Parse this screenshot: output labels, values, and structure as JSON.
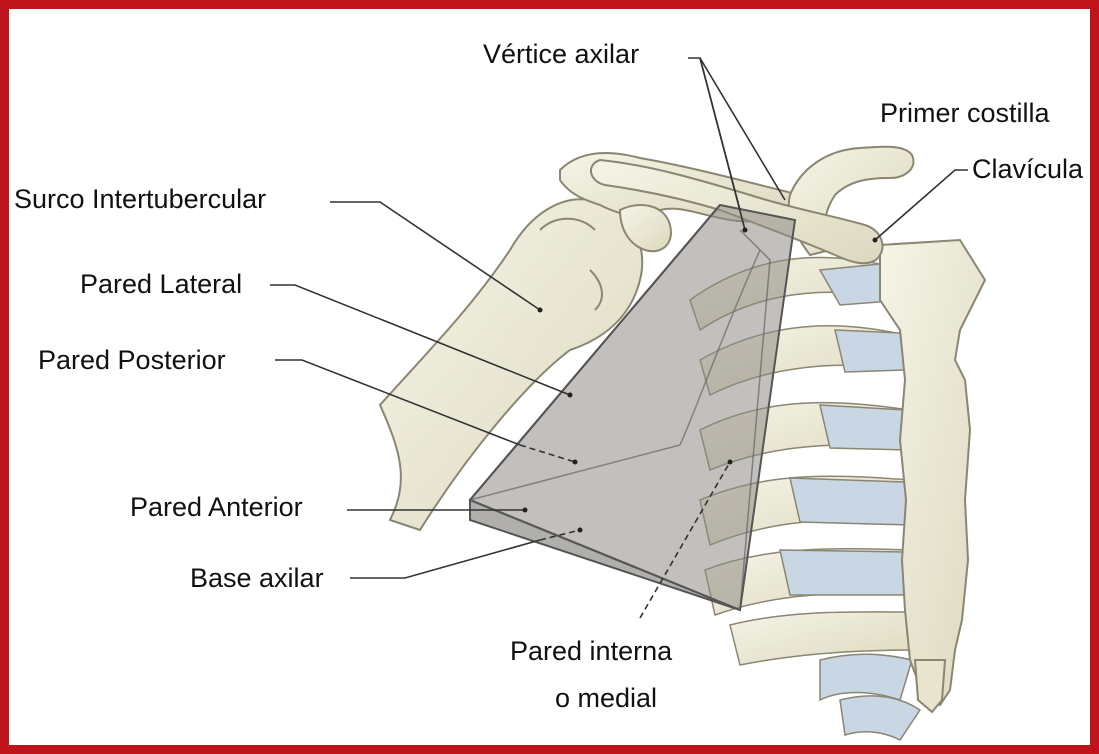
{
  "frame_color": "#c0141c",
  "labels": {
    "vertice_axilar": "Vértice axilar",
    "primer_costilla": "Primer costilla",
    "clavicula": "Clavícula",
    "surco_intertubercular": "Surco Intertubercular",
    "pared_lateral": "Pared Lateral",
    "pared_posterior": "Pared Posterior",
    "pared_anterior": "Pared Anterior",
    "base_axilar": "Base axilar",
    "pared_interna_line1": "Pared interna",
    "pared_interna_line2": "o medial"
  },
  "colors": {
    "bone": "#eeebd8",
    "bone_outline": "#8a8672",
    "cartilage": "#c9d7e4",
    "pyramid": "#9a9690",
    "leader": "#333333"
  }
}
